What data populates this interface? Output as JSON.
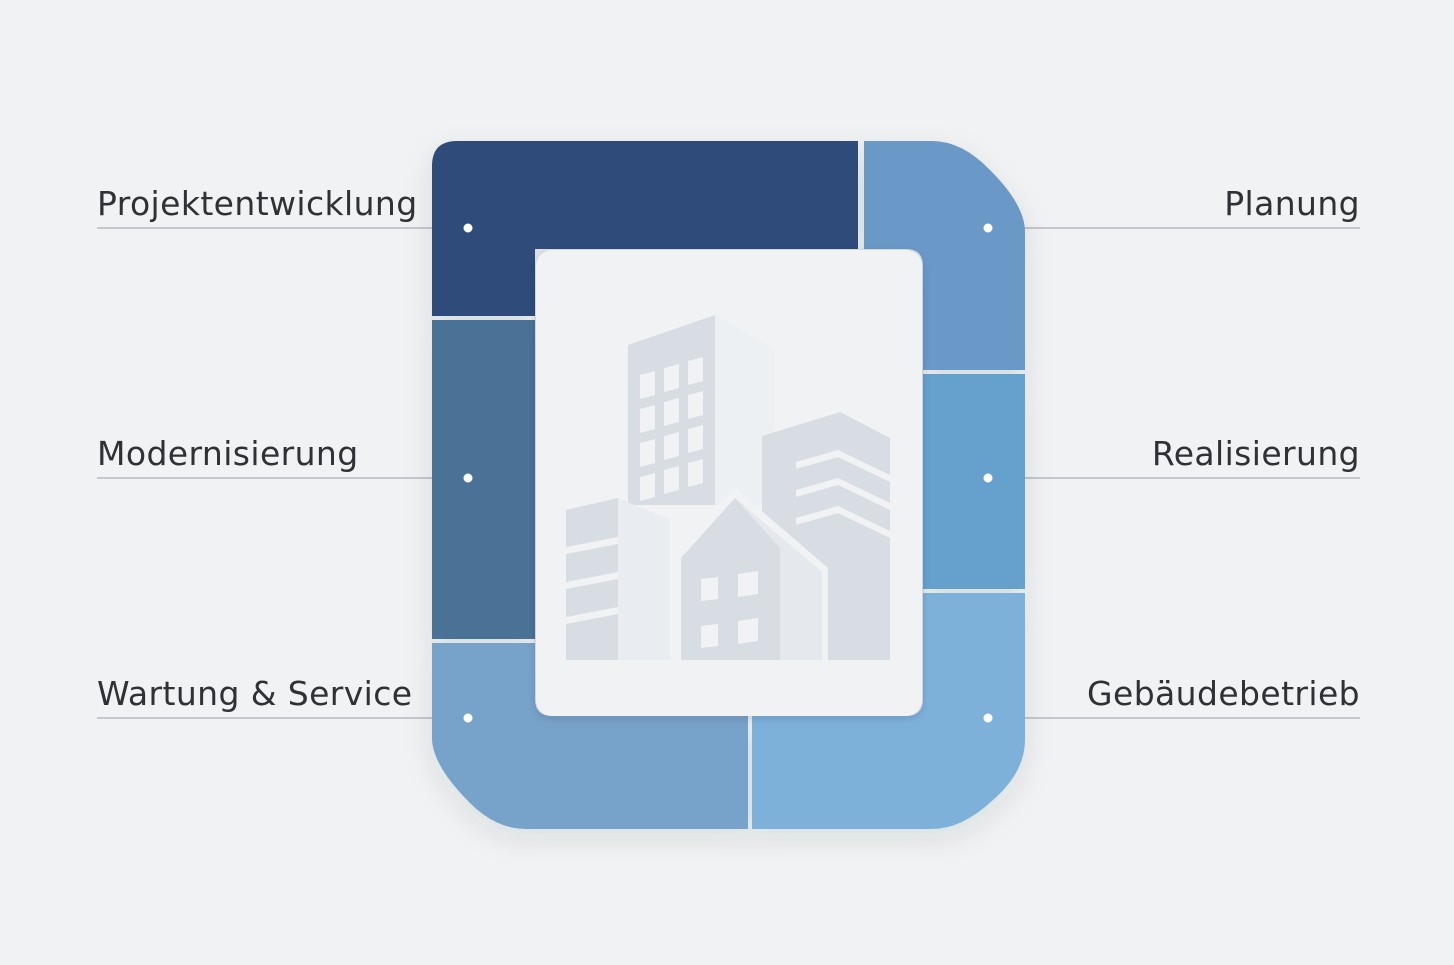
{
  "segments": {
    "projektentwicklung": {
      "label": "Projektentwicklung",
      "color": "#2d4b7a"
    },
    "planung": {
      "label": "Planung",
      "color": "#6b98c7"
    },
    "modernisierung": {
      "label": "Modernisierung",
      "color": "#4a7296"
    },
    "realisierung": {
      "label": "Realisierung",
      "color": "#65a1cc"
    },
    "wartung_service": {
      "label": "Wartung & Service",
      "color": "#77a2c9"
    },
    "gebaeudebetrieb": {
      "label": "Gebäudebetrieb",
      "color": "#7db1da"
    }
  },
  "center": {
    "icon": "city-buildings-icon",
    "panel_color": "#f1f2f3",
    "building_color": "#d8dde3"
  },
  "connector_color": "#c4c7cb"
}
